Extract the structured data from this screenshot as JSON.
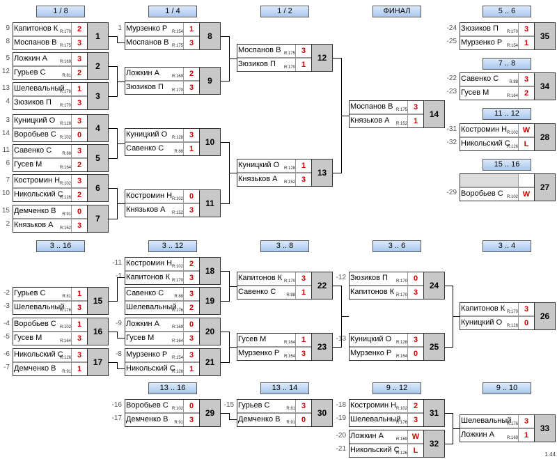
{
  "headers": [
    "1 / 8",
    "1 / 4",
    "1 / 2",
    "ФИНАЛ",
    "5 .. 6",
    "7 .. 8",
    "11 .. 12",
    "15 .. 16",
    "3 .. 16",
    "3 .. 12",
    "3 .. 8",
    "3 .. 6",
    "3 .. 4",
    "13 .. 16",
    "13 .. 14",
    "9 .. 12",
    "9 .. 10"
  ],
  "matches": [
    {
      "num": "1",
      "p": [
        {
          "seed": "9",
          "name": "Капитонов К",
          "rating": "R:170",
          "score": "2"
        },
        {
          "seed": "8",
          "name": "Моспанов В",
          "rating": "R:175",
          "score": "3"
        }
      ]
    },
    {
      "num": "2",
      "p": [
        {
          "seed": "5",
          "name": "Ложкин А",
          "rating": "R:169",
          "score": "3"
        },
        {
          "seed": "12",
          "name": "Гурьев С",
          "rating": "R:81",
          "score": "2"
        }
      ]
    },
    {
      "num": "3",
      "p": [
        {
          "seed": "13",
          "name": "Шелевальный",
          "rating": "R:176",
          "score": "1"
        },
        {
          "seed": "4",
          "name": "Зюзиков П",
          "rating": "R:170",
          "score": "3"
        }
      ]
    },
    {
      "num": "4",
      "p": [
        {
          "seed": "3",
          "name": "Куницкий О",
          "rating": "R:128",
          "score": "3"
        },
        {
          "seed": "14",
          "name": "Воробьев С",
          "rating": "R:102",
          "score": "0"
        }
      ]
    },
    {
      "num": "5",
      "p": [
        {
          "seed": "11",
          "name": "Савенко С",
          "rating": "R:88",
          "score": "3"
        },
        {
          "seed": "6",
          "name": "Гусев М",
          "rating": "R:164",
          "score": "2"
        }
      ]
    },
    {
      "num": "6",
      "p": [
        {
          "seed": "7",
          "name": "Костромин Н",
          "rating": "R:102",
          "score": "3"
        },
        {
          "seed": "10",
          "name": "Никольский С",
          "rating": "R:126",
          "score": "2"
        }
      ]
    },
    {
      "num": "7",
      "p": [
        {
          "seed": "15",
          "name": "Демченко В",
          "rating": "R:91",
          "score": "0"
        },
        {
          "seed": "2",
          "name": "Князьков А",
          "rating": "R:152",
          "score": "3"
        }
      ]
    },
    {
      "num": "8",
      "p": [
        {
          "seed": "1",
          "name": "Мурзенко Р",
          "rating": "R:154",
          "score": "1"
        },
        {
          "seed": "",
          "name": "Моспанов В",
          "rating": "R:175",
          "score": "3"
        }
      ]
    },
    {
      "num": "9",
      "p": [
        {
          "seed": "",
          "name": "Ложкин А",
          "rating": "R:169",
          "score": "2"
        },
        {
          "seed": "",
          "name": "Зюзиков П",
          "rating": "R:170",
          "score": "3"
        }
      ]
    },
    {
      "num": "10",
      "p": [
        {
          "seed": "",
          "name": "Куницкий О",
          "rating": "R:128",
          "score": "3"
        },
        {
          "seed": "",
          "name": "Савенко С",
          "rating": "R:88",
          "score": "1"
        }
      ]
    },
    {
      "num": "11",
      "p": [
        {
          "seed": "",
          "name": "Костромин Н",
          "rating": "R:102",
          "score": "0"
        },
        {
          "seed": "",
          "name": "Князьков А",
          "rating": "R:152",
          "score": "3"
        }
      ]
    },
    {
      "num": "12",
      "p": [
        {
          "seed": "",
          "name": "Моспанов В",
          "rating": "R:175",
          "score": "3"
        },
        {
          "seed": "",
          "name": "Зюзиков П",
          "rating": "R:170",
          "score": "1"
        }
      ]
    },
    {
      "num": "13",
      "p": [
        {
          "seed": "",
          "name": "Куницкий О",
          "rating": "R:128",
          "score": "1"
        },
        {
          "seed": "",
          "name": "Князьков А",
          "rating": "R:152",
          "score": "3"
        }
      ]
    },
    {
      "num": "14",
      "p": [
        {
          "seed": "",
          "name": "Моспанов В",
          "rating": "R:175",
          "score": "3"
        },
        {
          "seed": "",
          "name": "Князьков А",
          "rating": "R:152",
          "score": "1"
        }
      ]
    },
    {
      "num": "35",
      "p": [
        {
          "seed": "-24",
          "name": "Зюзиков П",
          "rating": "R:170",
          "score": "3"
        },
        {
          "seed": "-25",
          "name": "Мурзенко Р",
          "rating": "R:154",
          "score": "1"
        }
      ]
    },
    {
      "num": "34",
      "p": [
        {
          "seed": "-22",
          "name": "Савенко С",
          "rating": "R:88",
          "score": "3"
        },
        {
          "seed": "-23",
          "name": "Гусев М",
          "rating": "R:164",
          "score": "2"
        }
      ]
    },
    {
      "num": "28",
      "p": [
        {
          "seed": "-31",
          "name": "Костромин Н",
          "rating": "R:102",
          "score": "W"
        },
        {
          "seed": "-32",
          "name": "Никольский С",
          "rating": "R:126",
          "score": "L"
        }
      ]
    },
    {
      "num": "27",
      "p": [
        {
          "seed": "",
          "name": "",
          "rating": "",
          "score": ""
        },
        {
          "seed": "-29",
          "name": "Воробьев С",
          "rating": "R:102",
          "score": "W"
        }
      ]
    },
    {
      "num": "18",
      "p": [
        {
          "seed": "-11",
          "name": "Костромин Н",
          "rating": "R:102",
          "score": "2"
        },
        {
          "seed": "-1",
          "name": "Капитонов К",
          "rating": "R:170",
          "score": "3"
        }
      ]
    },
    {
      "num": "19",
      "p": [
        {
          "seed": "",
          "name": "Савенко С",
          "rating": "R:88",
          "score": "3"
        },
        {
          "seed": "",
          "name": "Шелевальный",
          "rating": "R:176",
          "score": "2"
        }
      ]
    },
    {
      "num": "15",
      "p": [
        {
          "seed": "-2",
          "name": "Гурьев С",
          "rating": "R:81",
          "score": "1"
        },
        {
          "seed": "-3",
          "name": "Шелевальный",
          "rating": "R:176",
          "score": "3"
        }
      ]
    },
    {
      "num": "16",
      "p": [
        {
          "seed": "-4",
          "name": "Воробьев С",
          "rating": "R:102",
          "score": "1"
        },
        {
          "seed": "-5",
          "name": "Гусев М",
          "rating": "R:164",
          "score": "3"
        }
      ]
    },
    {
      "num": "17",
      "p": [
        {
          "seed": "-6",
          "name": "Никольский С",
          "rating": "R:126",
          "score": "3"
        },
        {
          "seed": "-7",
          "name": "Демченко В",
          "rating": "R:91",
          "score": "1"
        }
      ]
    },
    {
      "num": "20",
      "p": [
        {
          "seed": "-9",
          "name": "Ложкин А",
          "rating": "R:169",
          "score": "0"
        },
        {
          "seed": "",
          "name": "Гусев М",
          "rating": "R:164",
          "score": "3"
        }
      ]
    },
    {
      "num": "21",
      "p": [
        {
          "seed": "-8",
          "name": "Мурзенко Р",
          "rating": "R:154",
          "score": "3"
        },
        {
          "seed": "",
          "name": "Никольский С",
          "rating": "R:126",
          "score": "1"
        }
      ]
    },
    {
      "num": "22",
      "p": [
        {
          "seed": "",
          "name": "Капитонов К",
          "rating": "R:170",
          "score": "3"
        },
        {
          "seed": "",
          "name": "Савенко С",
          "rating": "R:88",
          "score": "1"
        }
      ]
    },
    {
      "num": "23",
      "p": [
        {
          "seed": "",
          "name": "Гусев М",
          "rating": "R:164",
          "score": "1"
        },
        {
          "seed": "",
          "name": "Мурзенко Р",
          "rating": "R:154",
          "score": "3"
        }
      ]
    },
    {
      "num": "24",
      "p": [
        {
          "seed": "-12",
          "name": "Зюзиков П",
          "rating": "R:170",
          "score": "0"
        },
        {
          "seed": "",
          "name": "Капитонов К",
          "rating": "R:170",
          "score": "3"
        }
      ]
    },
    {
      "num": "25",
      "p": [
        {
          "seed": "-13",
          "name": "Куницкий О",
          "rating": "R:128",
          "score": "3"
        },
        {
          "seed": "",
          "name": "Мурзенко Р",
          "rating": "R:154",
          "score": "0"
        }
      ]
    },
    {
      "num": "26",
      "p": [
        {
          "seed": "",
          "name": "Капитонов К",
          "rating": "R:170",
          "score": "3"
        },
        {
          "seed": "",
          "name": "Куницкий О",
          "rating": "R:128",
          "score": "0"
        }
      ]
    },
    {
      "num": "29",
      "p": [
        {
          "seed": "-16",
          "name": "Воробьев С",
          "rating": "R:102",
          "score": "0"
        },
        {
          "seed": "-17",
          "name": "Демченко В",
          "rating": "R:91",
          "score": "3"
        }
      ]
    },
    {
      "num": "30",
      "p": [
        {
          "seed": "-15",
          "name": "Гурьев С",
          "rating": "R:81",
          "score": "3"
        },
        {
          "seed": "",
          "name": "Демченко В",
          "rating": "R:91",
          "score": "0"
        }
      ]
    },
    {
      "num": "31",
      "p": [
        {
          "seed": "-18",
          "name": "Костромин Н",
          "rating": "R:102",
          "score": "2"
        },
        {
          "seed": "-19",
          "name": "Шелевальный",
          "rating": "R:176",
          "score": "3"
        }
      ]
    },
    {
      "num": "32",
      "p": [
        {
          "seed": "-20",
          "name": "Ложкин А",
          "rating": "R:169",
          "score": "W"
        },
        {
          "seed": "-21",
          "name": "Никольский С",
          "rating": "R:126",
          "score": "L"
        }
      ]
    },
    {
      "num": "33",
      "p": [
        {
          "seed": "",
          "name": "Шелевальный",
          "rating": "R:176",
          "score": "3"
        },
        {
          "seed": "",
          "name": "Ложкин А",
          "rating": "R:169",
          "score": "1"
        }
      ]
    }
  ],
  "version": "1.44"
}
